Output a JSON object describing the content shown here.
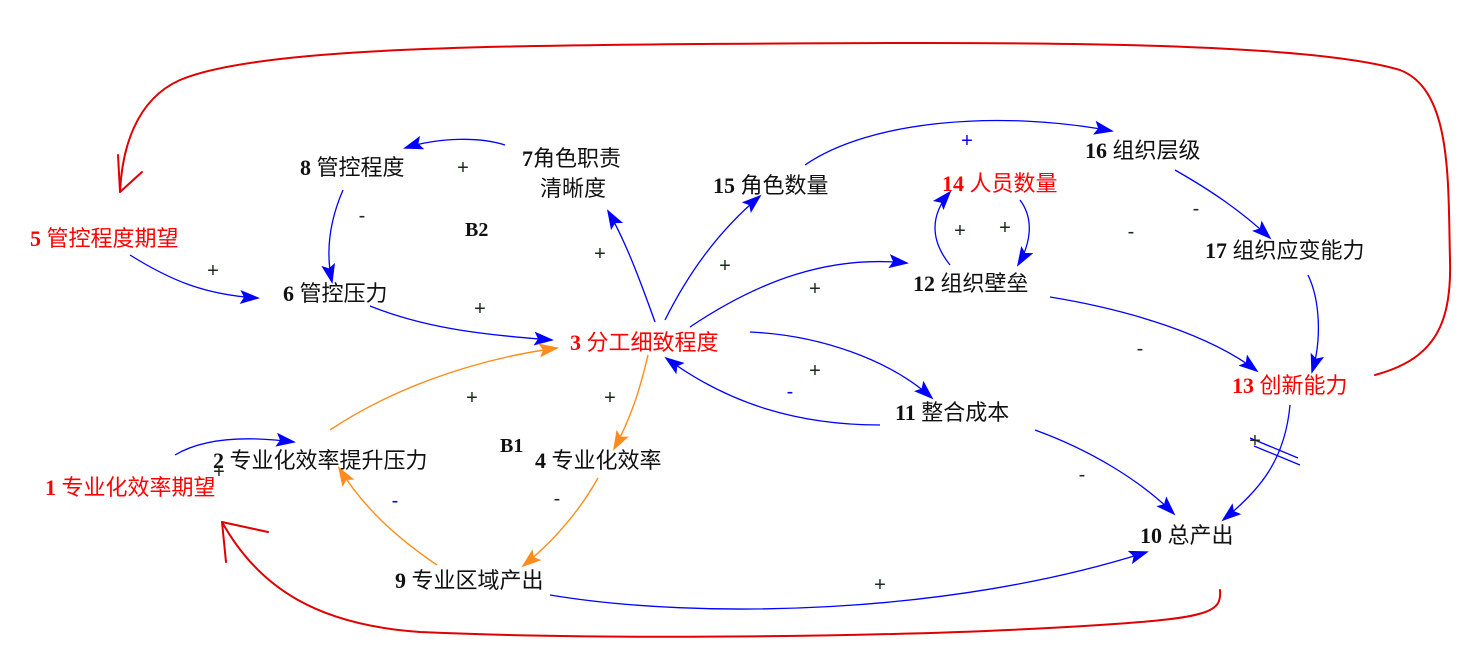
{
  "colors": {
    "highlight": "#ff0000",
    "text": "#111111",
    "link_blue": "#0000ff",
    "link_orange": "#ff8c1a",
    "loop_red": "#e00000",
    "polarity_default": "#1b2b1b",
    "polarity_blue": "#0000ff"
  },
  "nodes": {
    "n1": {
      "num": "1",
      "label": "专业化效率期望",
      "highlighted": true
    },
    "n2": {
      "num": "2",
      "label": "专业化效率提升压力",
      "highlighted": false
    },
    "n3": {
      "num": "3",
      "label": "分工细致程度",
      "highlighted": true
    },
    "n4": {
      "num": "4",
      "label": "专业化效率",
      "highlighted": false
    },
    "n5": {
      "num": "5",
      "label": "管控程度期望",
      "highlighted": true
    },
    "n6": {
      "num": "6",
      "label": "管控压力",
      "highlighted": false
    },
    "n7": {
      "num": "7",
      "label_line1": "角色职责",
      "label_line2": "清晰度",
      "highlighted": false
    },
    "n8": {
      "num": "8",
      "label": "管控程度",
      "highlighted": false
    },
    "n9": {
      "num": "9",
      "label": "专业区域产出",
      "highlighted": false
    },
    "n10": {
      "num": "10",
      "label": "总产出",
      "highlighted": false
    },
    "n11": {
      "num": "11",
      "label": "整合成本",
      "highlighted": false
    },
    "n12": {
      "num": "12",
      "label": "组织壁垒",
      "highlighted": false
    },
    "n13": {
      "num": "13",
      "label": "创新能力",
      "highlighted": true
    },
    "n14": {
      "num": "14",
      "label": "人员数量",
      "highlighted": true
    },
    "n15": {
      "num": "15",
      "label": "角色数量",
      "highlighted": false
    },
    "n16": {
      "num": "16",
      "label": "组织层级",
      "highlighted": false
    },
    "n17": {
      "num": "17",
      "label": "组织应变能力",
      "highlighted": false
    }
  },
  "loops": {
    "b1": "B1",
    "b2": "B2"
  },
  "polarities": [
    "+",
    "-",
    "+",
    "+",
    "+",
    "+",
    "+",
    "+",
    "+",
    "+",
    "-",
    "-",
    "-",
    "+",
    "-",
    "+",
    "+",
    "-",
    "-",
    "-",
    "+",
    "+",
    "+"
  ]
}
